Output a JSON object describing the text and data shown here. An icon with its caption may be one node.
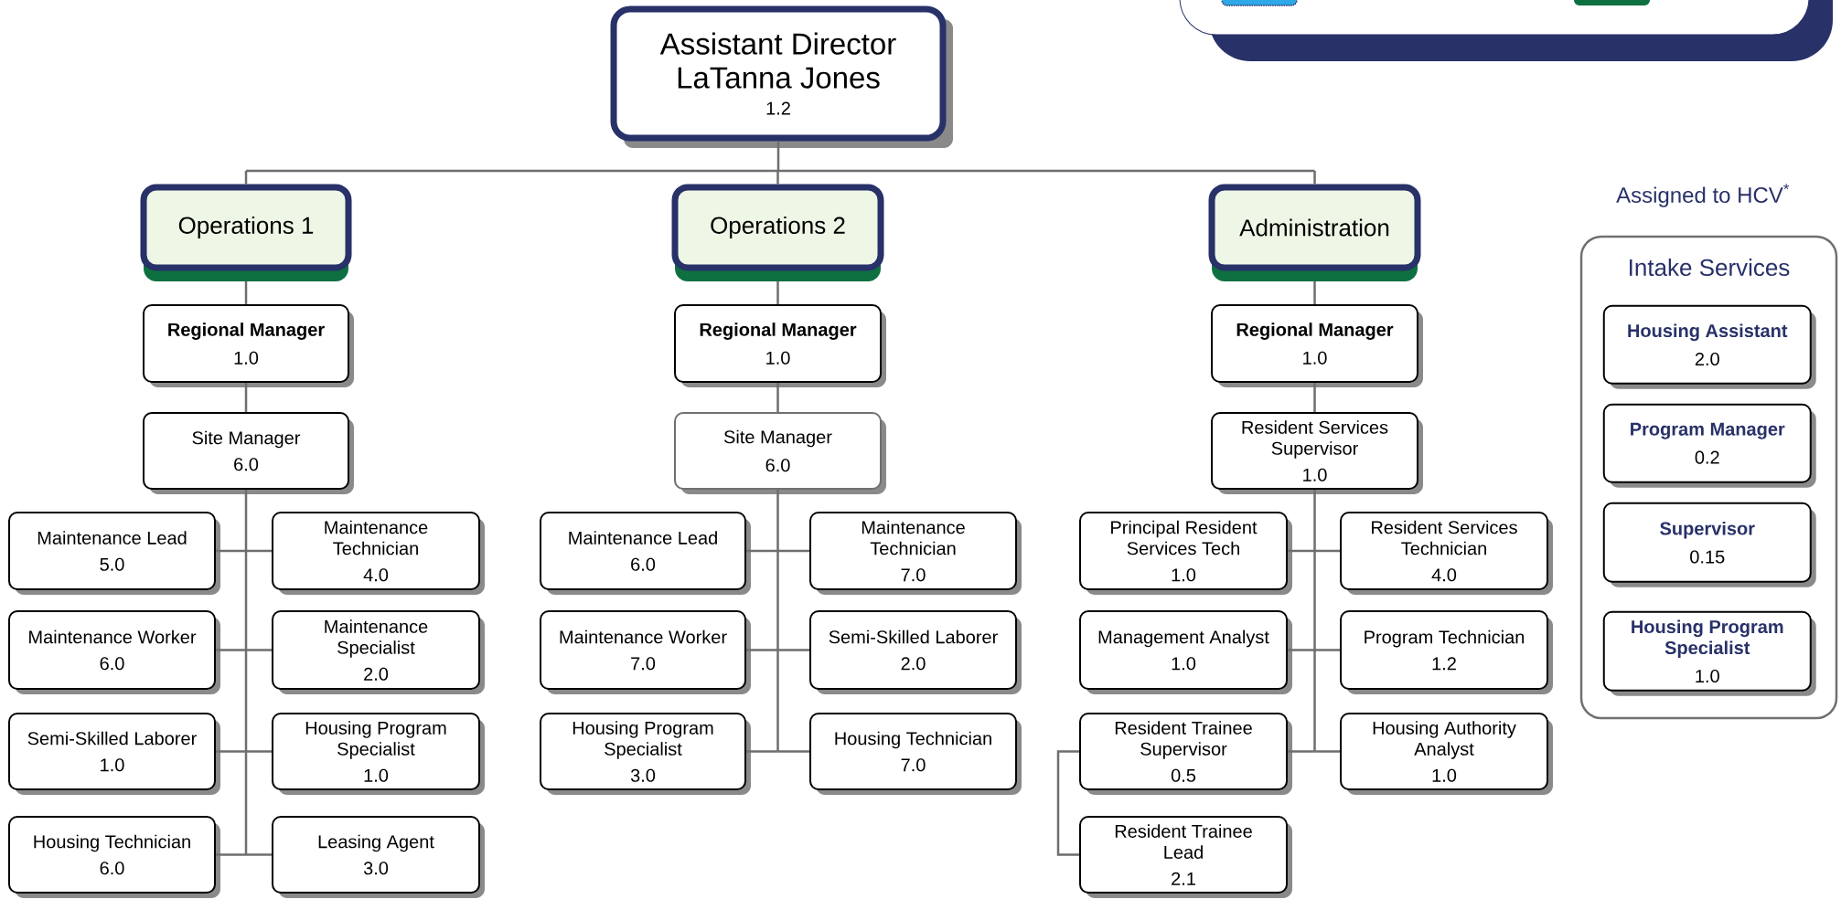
{
  "diagram": {
    "nodes": [
      {
        "text": [
          "Assistant Director",
          "LaTanna Jones",
          "1.2"
        ]
      },
      {
        "text": [
          "Operations 1"
        ]
      },
      {
        "text": [
          "Operations 2"
        ]
      },
      {
        "text": [
          "Administration"
        ]
      },
      {
        "text": [
          "Regional Manager",
          "1.0"
        ]
      },
      {
        "text": [
          "Site Manager",
          "6.0"
        ]
      },
      {
        "text": [
          "Maintenance Lead",
          "5.0"
        ]
      },
      {
        "text": [
          "Maintenance Technician",
          "4.0"
        ]
      },
      {
        "text": [
          "Maintenance Worker",
          "6.0"
        ]
      },
      {
        "text": [
          "Maintenance Specialist",
          "2.0"
        ]
      },
      {
        "text": [
          "Semi-Skilled Laborer",
          "1.0"
        ]
      },
      {
        "text": [
          "Housing Program Specialist",
          "1.0"
        ]
      },
      {
        "text": [
          "Housing Technician",
          "6.0"
        ]
      },
      {
        "text": [
          "Leasing Agent",
          "3.0"
        ]
      },
      {
        "text": [
          "Regional Manager",
          "1.0"
        ]
      },
      {
        "text": [
          "Site Manager",
          "6.0"
        ]
      },
      {
        "text": [
          "Maintenance Lead",
          "6.0"
        ]
      },
      {
        "text": [
          "Maintenance Technician",
          "7.0"
        ]
      },
      {
        "text": [
          "Maintenance Worker",
          "7.0"
        ]
      },
      {
        "text": [
          "Semi-Skilled Laborer",
          "2.0"
        ]
      },
      {
        "text": [
          "Housing Program Specialist",
          "3.0"
        ]
      },
      {
        "text": [
          "Housing Technician",
          "7.0"
        ]
      },
      {
        "text": [
          "Regional Manager",
          "1.0"
        ]
      },
      {
        "text": [
          "Resident Services Supervisor",
          "1.0"
        ]
      },
      {
        "text": [
          "Principal Resident Services Tech",
          "1.0"
        ]
      },
      {
        "text": [
          "Resident Services Technician",
          "4.0"
        ]
      },
      {
        "text": [
          "Management Analyst",
          "1.0"
        ]
      },
      {
        "text": [
          "Program Technician",
          "1.2"
        ]
      },
      {
        "text": [
          "Resident Trainee Supervisor",
          "0.5"
        ]
      },
      {
        "text": [
          "Housing Authority Analyst",
          "1.0"
        ]
      },
      {
        "text": [
          "Resident Trainee Lead",
          "2.1"
        ]
      },
      {
        "text": [
          "Intake Services"
        ]
      },
      {
        "text": [
          "Housing Assistant",
          "2.0"
        ],
        "in": 31
      },
      {
        "text": [
          "Program Manager",
          "0.2"
        ],
        "in": 31
      },
      {
        "text": [
          "Supervisor",
          "0.15"
        ],
        "in": 31
      },
      {
        "text": [
          "Housing Program Specialist",
          "1.0"
        ],
        "in": 31
      }
    ],
    "edges": [
      {
        "from": 0,
        "to": 1,
        "arrow": "none"
      },
      {
        "from": 0,
        "to": 2,
        "arrow": "none"
      },
      {
        "from": 0,
        "to": 3,
        "arrow": "none"
      },
      {
        "from": 1,
        "to": 4,
        "arrow": "none"
      },
      {
        "from": 4,
        "to": 5,
        "arrow": "none"
      },
      {
        "from": 5,
        "to": 6,
        "arrow": "none"
      },
      {
        "from": 5,
        "to": 7,
        "arrow": "none"
      },
      {
        "from": 5,
        "to": 8,
        "arrow": "none"
      },
      {
        "from": 5,
        "to": 9,
        "arrow": "none"
      },
      {
        "from": 5,
        "to": 10,
        "arrow": "none"
      },
      {
        "from": 5,
        "to": 11,
        "arrow": "none"
      },
      {
        "from": 5,
        "to": 12,
        "arrow": "none"
      },
      {
        "from": 5,
        "to": 13,
        "arrow": "none"
      },
      {
        "from": 2,
        "to": 14,
        "arrow": "none"
      },
      {
        "from": 14,
        "to": 15,
        "arrow": "none"
      },
      {
        "from": 15,
        "to": 16,
        "arrow": "none"
      },
      {
        "from": 15,
        "to": 17,
        "arrow": "none"
      },
      {
        "from": 15,
        "to": 18,
        "arrow": "none"
      },
      {
        "from": 15,
        "to": 19,
        "arrow": "none"
      },
      {
        "from": 15,
        "to": 20,
        "arrow": "none"
      },
      {
        "from": 15,
        "to": 21,
        "arrow": "none"
      },
      {
        "from": 3,
        "to": 22,
        "arrow": "none"
      },
      {
        "from": 22,
        "to": 23,
        "arrow": "none"
      },
      {
        "from": 23,
        "to": 24,
        "arrow": "none"
      },
      {
        "from": 23,
        "to": 25,
        "arrow": "none"
      },
      {
        "from": 23,
        "to": 26,
        "arrow": "none"
      },
      {
        "from": 23,
        "to": 27,
        "arrow": "none"
      },
      {
        "from": 23,
        "to": 28,
        "arrow": "none"
      },
      {
        "from": 23,
        "to": 29,
        "arrow": "none"
      },
      {
        "from": 28,
        "to": 30,
        "arrow": "none"
      }
    ],
    "labels": [
      "Assigned to HCV$^{*}$"
    ]
  }
}
